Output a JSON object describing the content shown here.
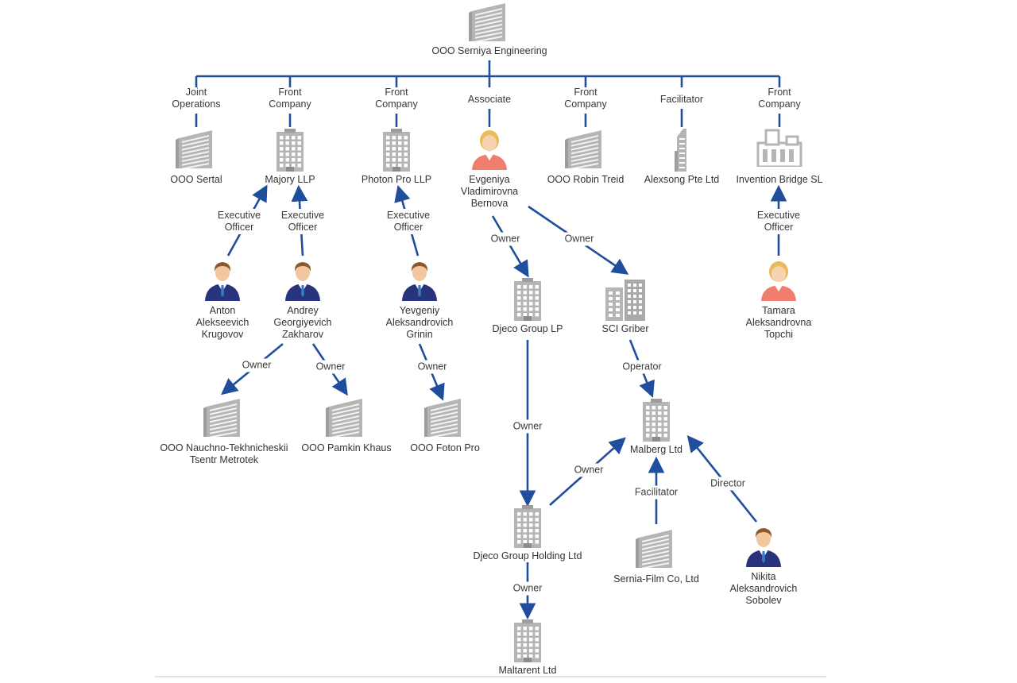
{
  "root": {
    "name": "OOO Serniya Engineering",
    "icon": "office-building-icon"
  },
  "branches": [
    {
      "relation": [
        "Joint",
        "Operations"
      ],
      "entity": "OOO Sertal",
      "icon": "office-building-icon"
    },
    {
      "relation": [
        "Front",
        "Company"
      ],
      "entity": "Majory LLP",
      "icon": "tower-building-icon"
    },
    {
      "relation": [
        "Front",
        "Company"
      ],
      "entity": "Photon Pro LLP",
      "icon": "tower-building-icon"
    },
    {
      "relation": [
        "Associate"
      ],
      "entity": [
        "Evgeniya",
        "Vladimirovna",
        "Bernova"
      ],
      "icon": "female-person-icon"
    },
    {
      "relation": [
        "Front",
        "Company"
      ],
      "entity": "OOO Robin Treid",
      "icon": "office-building-icon"
    },
    {
      "relation": [
        "Facilitator"
      ],
      "entity": "Alexsong Pte Ltd",
      "icon": "skyscraper-icon"
    },
    {
      "relation": [
        "Front",
        "Company"
      ],
      "entity": "Invention Bridge SL",
      "icon": "factory-building-icon"
    }
  ],
  "nodes": {
    "anton": {
      "name": [
        "Anton",
        "Alekseevich",
        "Krugovov"
      ],
      "icon": "male-person-icon"
    },
    "andrey": {
      "name": [
        "Andrey",
        "Georgiyevich",
        "Zakharov"
      ],
      "icon": "male-person-icon"
    },
    "yevgeniy": {
      "name": [
        "Yevgeniy",
        "Aleksandrovich",
        "Grinin"
      ],
      "icon": "male-person-icon"
    },
    "tamara": {
      "name": [
        "Tamara",
        "Aleksandrovna",
        "Topchi"
      ],
      "icon": "female-person-icon"
    },
    "nauchno": {
      "name": [
        "OOO Nauchno-Tekhnicheskii",
        "Tsentr Metrotek"
      ],
      "icon": "office-building-icon"
    },
    "pamkin": {
      "name": [
        "OOO Pamkin Khaus"
      ],
      "icon": "office-building-icon"
    },
    "foton": {
      "name": [
        "OOO Foton Pro"
      ],
      "icon": "office-building-icon"
    },
    "djeco_lp": {
      "name": [
        "Djeco Group LP"
      ],
      "icon": "tower-building-icon"
    },
    "sci_griber": {
      "name": [
        "SCI Griber"
      ],
      "icon": "twin-buildings-icon"
    },
    "malberg": {
      "name": [
        "Malberg Ltd"
      ],
      "icon": "tower-building-icon"
    },
    "djeco_holding": {
      "name": [
        "Djeco Group Holding Ltd"
      ],
      "icon": "tower-building-icon"
    },
    "sernia_film": {
      "name": [
        "Sernia-Film Co, Ltd"
      ],
      "icon": "office-building-icon"
    },
    "nikita": {
      "name": [
        "Nikita",
        "Aleksandrovich",
        "Sobolev"
      ],
      "icon": "male-person-icon"
    },
    "maltarent": {
      "name": [
        "Maltarent Ltd"
      ],
      "icon": "tower-building-icon"
    }
  },
  "edges": {
    "anton_majory": [
      "Executive",
      "Officer"
    ],
    "andrey_majory": [
      "Executive",
      "Officer"
    ],
    "yevgeniy_photon": [
      "Executive",
      "Officer"
    ],
    "tamara_invention": [
      "Executive",
      "Officer"
    ],
    "andrey_nauchno": [
      "Owner"
    ],
    "andrey_pamkin": [
      "Owner"
    ],
    "yevgeniy_foton": [
      "Owner"
    ],
    "evgeniya_djeco_lp": [
      "Owner"
    ],
    "evgeniya_sci": [
      "Owner"
    ],
    "sci_malberg": [
      "Operator"
    ],
    "djeco_lp_holding": [
      "Owner"
    ],
    "holding_malberg": [
      "Owner"
    ],
    "sernia_malberg": [
      "Facilitator"
    ],
    "nikita_malberg": [
      "Director"
    ],
    "holding_maltarent": [
      "Owner"
    ]
  },
  "colors": {
    "line": "#1f4e9c",
    "building": "#b5b5b5",
    "suit": "#27337a",
    "female_top": "#f07d6e",
    "hair_female": "#e8bd59"
  }
}
